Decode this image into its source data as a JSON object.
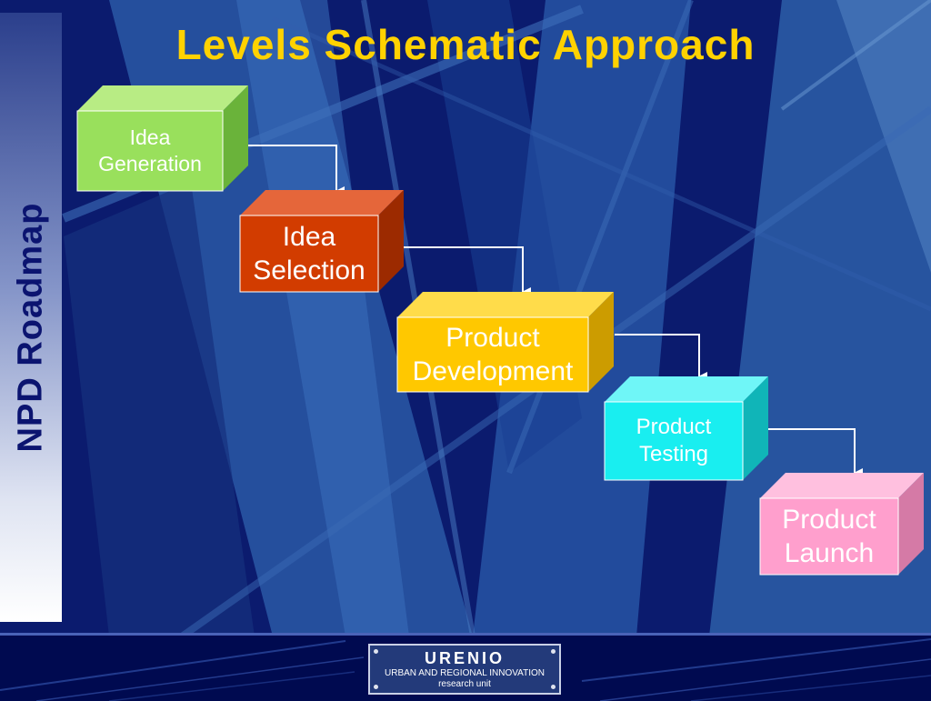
{
  "title": "Levels Schematic Approach",
  "sidebar_title": "NPD Roadmap",
  "steps": [
    {
      "label": "Idea\nGeneration",
      "front_color": "#99e05c",
      "top_color": "#b8ec84",
      "side_color": "#6ab33a",
      "text_color": "#ffffff"
    },
    {
      "label": "Idea\nSelection",
      "front_color": "#d23c00",
      "top_color": "#e5663a",
      "side_color": "#9c2a00",
      "text_color": "#ffffff"
    },
    {
      "label": "Product\nDevelopment",
      "front_color": "#ffc800",
      "top_color": "#ffdc4a",
      "side_color": "#cc9c00",
      "text_color": "#ffffff"
    },
    {
      "label": "Product\nTesting",
      "front_color": "#19eef0",
      "top_color": "#6ff6f7",
      "side_color": "#10b5b8",
      "text_color": "#ffffff"
    },
    {
      "label": "Product\nLaunch",
      "front_color": "#ff9fcd",
      "top_color": "#ffc0df",
      "side_color": "#d57aa6",
      "text_color": "#ffffff"
    }
  ],
  "logo": {
    "name": "URENIO",
    "subtitle_line1": "URBAN AND REGIONAL INNOVATION",
    "subtitle_line2": "research unit"
  }
}
